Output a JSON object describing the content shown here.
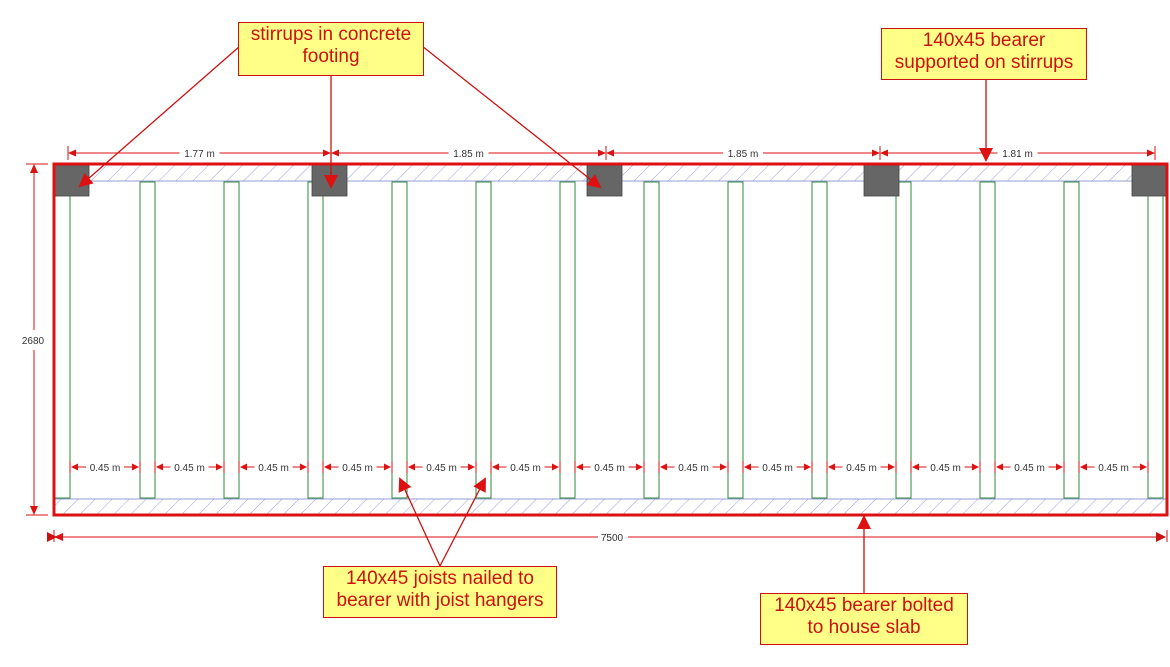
{
  "diagram": {
    "callouts": {
      "stirrups": [
        "stirrups in concrete",
        "footing"
      ],
      "bearer_top": [
        "140x45 bearer",
        "supported on stirrups"
      ],
      "joists": [
        "140x45 joists nailed to",
        "bearer with joist hangers"
      ],
      "bearer_bottom": [
        "140x45 bearer bolted",
        "to house slab"
      ]
    },
    "dimensions": {
      "overall_width": "7500",
      "overall_depth": "2680",
      "footing_spacings": [
        "1.77 m",
        "1.85 m",
        "1.85 m",
        "1.81 m"
      ],
      "joist_spacing_label": "0.45 m",
      "joist_gap_count": 13
    },
    "colors": {
      "frame": "#dd1111",
      "joist": "#2e8b3a",
      "footing": "#666666",
      "hatch": "#9aa0d0",
      "annotation": "#cc1111",
      "callout_fill": "#ffff88"
    }
  }
}
